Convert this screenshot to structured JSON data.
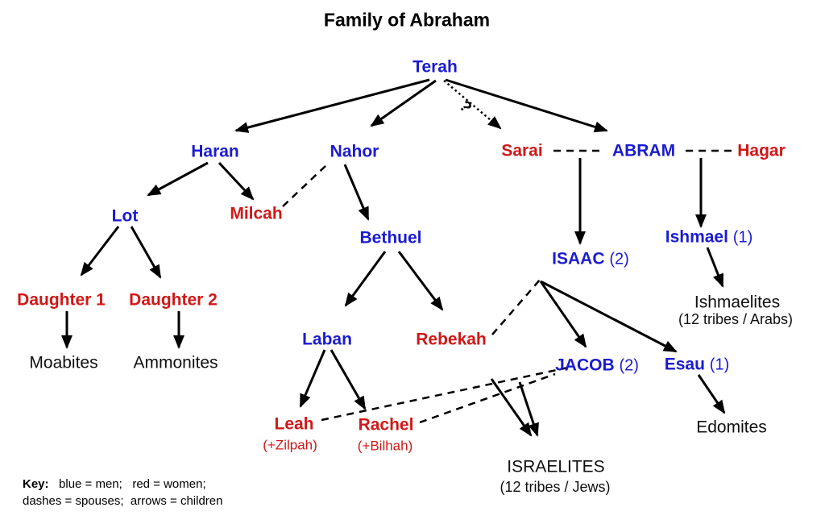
{
  "title": "Family of Abraham",
  "colors": {
    "men_blue": "#1b1bd0",
    "women_red": "#d01818",
    "lines_black": "#000000",
    "background": "#ffffff"
  },
  "uncertain_marker": "?",
  "key": {
    "label": "Key:",
    "line1": "   blue = men;   red = women;",
    "line2": "dashes = spouses;  arrows = children"
  },
  "nodes": {
    "terah": {
      "name": "Terah"
    },
    "haran": {
      "name": "Haran"
    },
    "nahor": {
      "name": "Nahor"
    },
    "sarai": {
      "name": "Sarai"
    },
    "abram": {
      "name": "ABRAM"
    },
    "hagar": {
      "name": "Hagar"
    },
    "lot": {
      "name": "Lot"
    },
    "milcah": {
      "name": "Milcah"
    },
    "bethuel": {
      "name": "Bethuel"
    },
    "isaac": {
      "name": "ISAAC",
      "note": "(2)"
    },
    "ishmael": {
      "name": "Ishmael",
      "note": "(1)"
    },
    "daughter1": {
      "name": "Daughter 1"
    },
    "daughter2": {
      "name": "Daughter 2"
    },
    "moabites": {
      "name": "Moabites"
    },
    "ammonites": {
      "name": "Ammonites"
    },
    "laban": {
      "name": "Laban"
    },
    "rebekah": {
      "name": "Rebekah"
    },
    "jacob": {
      "name": "JACOB",
      "note": "(2)"
    },
    "esau": {
      "name": "Esau",
      "note": "(1)"
    },
    "leah": {
      "name": "Leah",
      "sub": "(+Zilpah)"
    },
    "rachel": {
      "name": "Rachel",
      "sub": "(+Bilhah)"
    },
    "israelites": {
      "name": "ISRAELITES",
      "sub": "(12 tribes / Jews)"
    },
    "ishmaelites": {
      "name": "Ishmaelites",
      "sub": "(12 tribes / Arabs)"
    },
    "edomites": {
      "name": "Edomites"
    }
  }
}
